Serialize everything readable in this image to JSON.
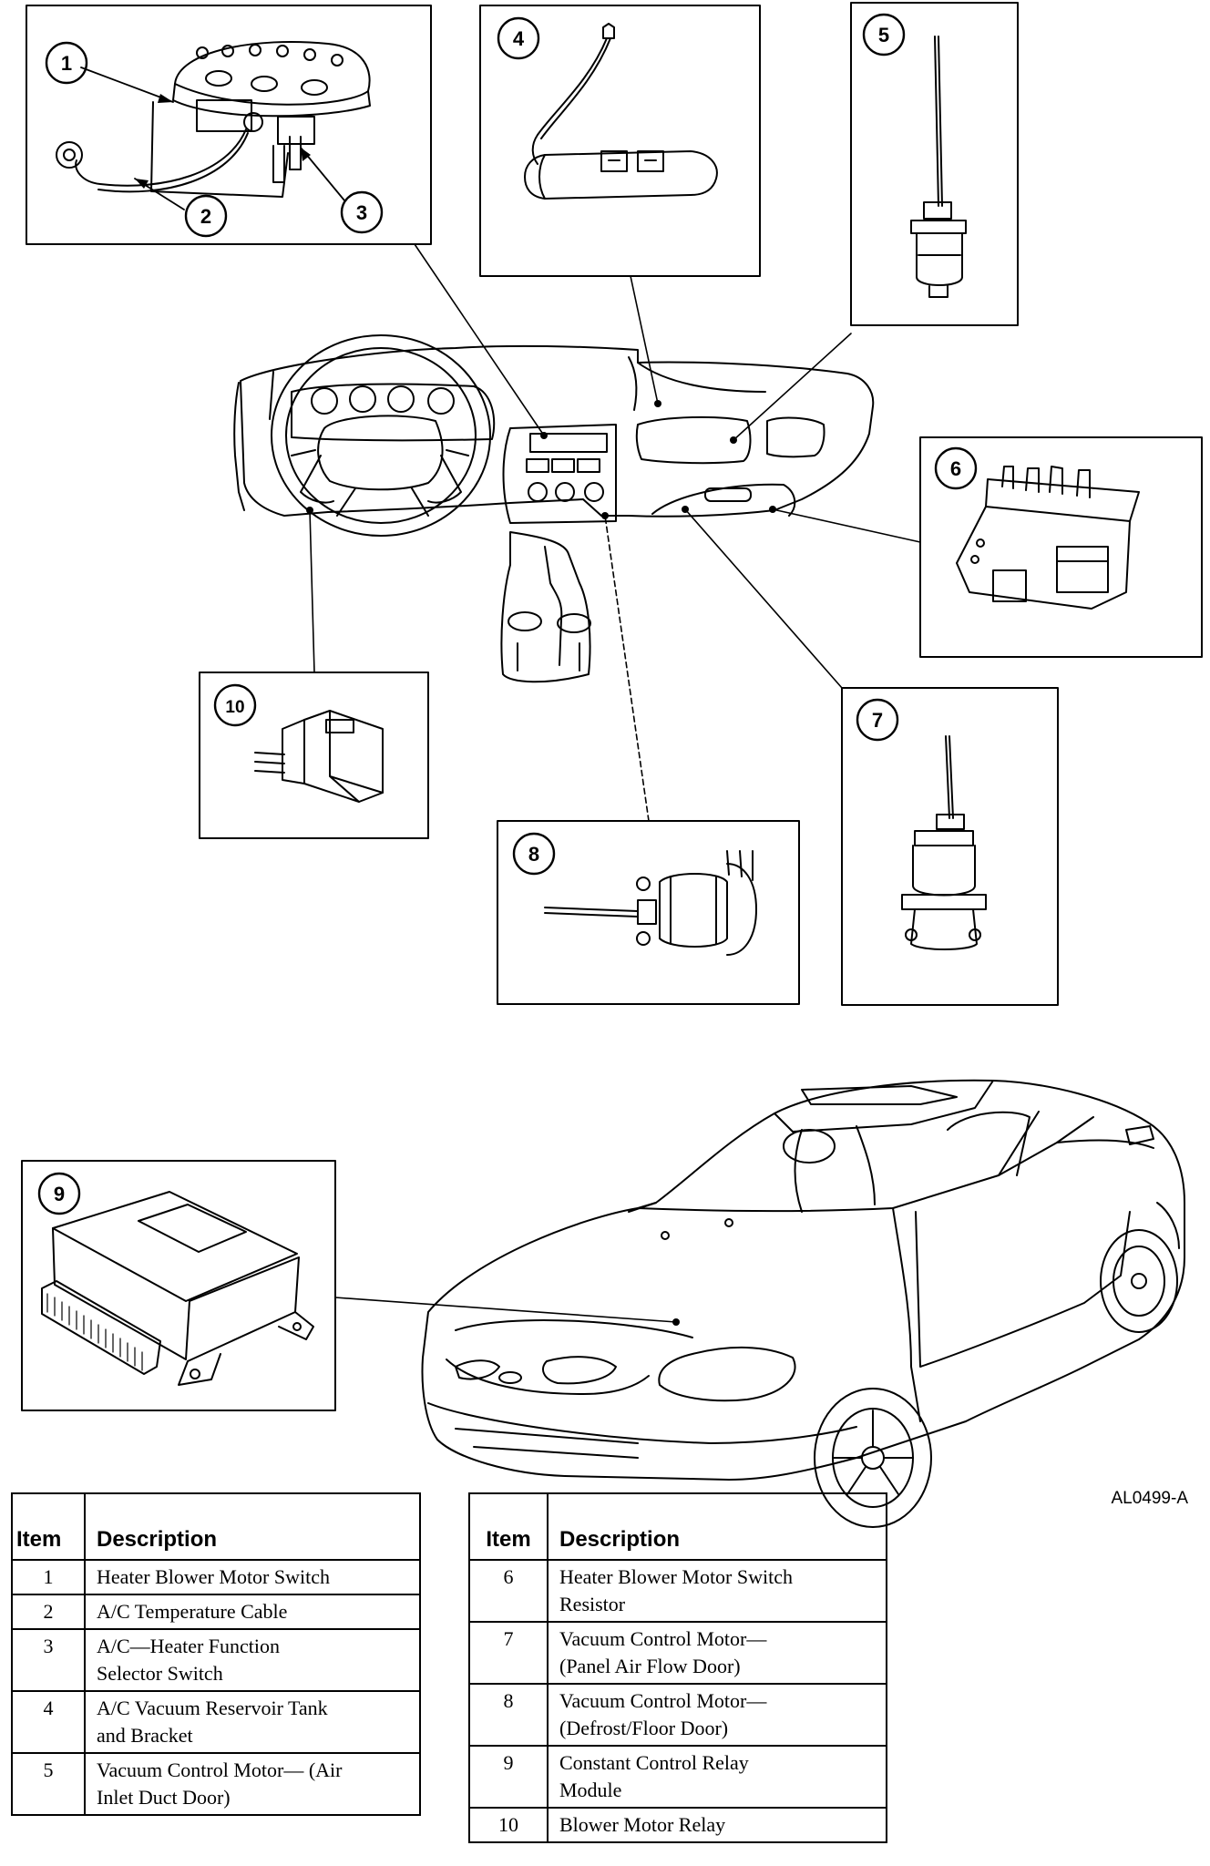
{
  "callouts": [
    "1",
    "2",
    "3",
    "4",
    "5",
    "6",
    "7",
    "8",
    "9",
    "10"
  ],
  "figure_code": "AL0499-A",
  "legend": {
    "header_item": "Item",
    "header_description": "Description",
    "left_rows": [
      {
        "item": "1",
        "description": [
          "Heater Blower Motor Switch"
        ]
      },
      {
        "item": "2",
        "description": [
          "A/C Temperature Cable"
        ]
      },
      {
        "item": "3",
        "description": [
          "A/C—Heater Function",
          "Selector Switch"
        ]
      },
      {
        "item": "4",
        "description": [
          "A/C Vacuum Reservoir Tank",
          "and Bracket"
        ]
      },
      {
        "item": "5",
        "description": [
          "Vacuum Control Motor— (Air",
          "Inlet Duct Door)"
        ]
      }
    ],
    "right_rows": [
      {
        "item": "6",
        "description": [
          "Heater Blower Motor Switch",
          "Resistor"
        ]
      },
      {
        "item": "7",
        "description": [
          "Vacuum Control Motor—",
          "(Panel Air Flow Door)"
        ]
      },
      {
        "item": "8",
        "description": [
          "Vacuum Control Motor—",
          "(Defrost/Floor Door)"
        ]
      },
      {
        "item": "9",
        "description": [
          "Constant Control Relay",
          "Module"
        ]
      },
      {
        "item": "10",
        "description": [
          "Blower Motor Relay"
        ]
      }
    ]
  }
}
